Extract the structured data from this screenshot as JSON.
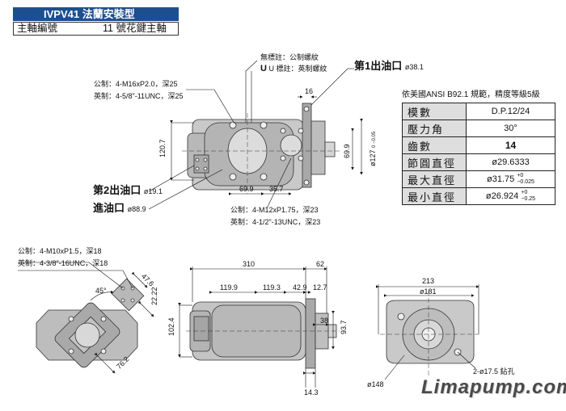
{
  "header": {
    "title": "IVPV41 法蘭安裝型",
    "shaft_label": "主軸編號",
    "shaft_value": "11 號花鍵主軸"
  },
  "notes": {
    "no_mark": "無標註：公制螺紋",
    "u_mark": "U 標註：英制螺紋",
    "metric_top": "公制：4-M16xP2.0，深25",
    "imperial_top": "英制：4-5/8\"-11UNC，深25",
    "metric_mid": "公制：4-M12xP1.75，深23",
    "imperial_mid": "英制：4-1/2\"-13UNC，深23",
    "metric_side": "公制：4-M10xP1.5，深18",
    "imperial_side": "英制：4-3/8\"-16UNC，深18",
    "holes": "2-ø17.5 鉆孔"
  },
  "ports": {
    "outlet1": "第1出油口",
    "outlet1_dia": "ø38.1",
    "outlet2": "第2出油口",
    "outlet2_dia": "ø19.1",
    "inlet": "進油口",
    "inlet_dia": "ø88.9"
  },
  "dims": {
    "d16": "16",
    "d120_7": "120.7",
    "d69_9v": "69.9",
    "d127": "ø127",
    "tol127": "0 −0.05",
    "d69_9h": "69.9",
    "d35_7": "35.7",
    "d47_6": "47.6",
    "d22_22": "22.22",
    "d45": "45°",
    "d76_2": "76.2",
    "d310": "310",
    "d62": "62",
    "d119_9": "119.9",
    "d119_3": "119.3",
    "d42_9": "42.9",
    "d12_7": "12.7",
    "d102_4": "102.4",
    "d38": "38",
    "d93_7": "93.7",
    "d14_3": "14.3",
    "d213": "213",
    "d181": "ø181",
    "d148": "ø148"
  },
  "spec_table": {
    "title": "依美國ANSI  B92.1 規範，精度等級5級",
    "rows": [
      {
        "key": "模數",
        "value": "D.P.12/24"
      },
      {
        "key": "壓力角",
        "value": "30°"
      },
      {
        "key": "齒數",
        "value": "14"
      },
      {
        "key": "節圓直徑",
        "value": "ø29.6333"
      },
      {
        "key": "最大直徑",
        "value": "ø31.75",
        "tol_up": "+0",
        "tol_dn": "−0.025"
      },
      {
        "key": "最小直徑",
        "value": "ø26.924",
        "tol_up": "+0",
        "tol_dn": "−0.25"
      }
    ]
  },
  "brand": "Limapump.com"
}
